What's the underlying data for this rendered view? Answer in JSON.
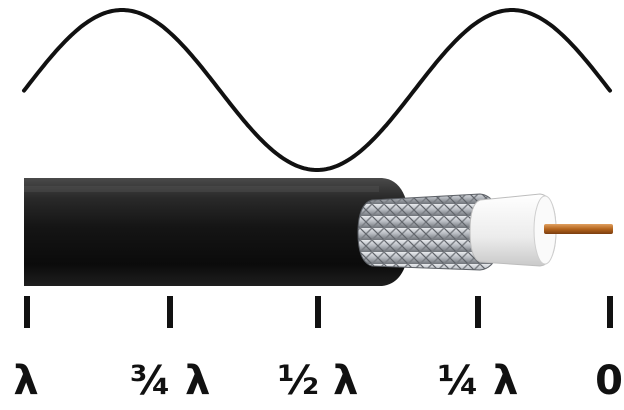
{
  "diagram": {
    "scale_labels": [
      {
        "id": "lambda",
        "text": "λ"
      },
      {
        "id": "three-quarter",
        "text": "¾ λ"
      },
      {
        "id": "half",
        "text": "½ λ"
      },
      {
        "id": "quarter",
        "text": "¼ λ"
      },
      {
        "id": "zero",
        "text": "0"
      }
    ],
    "colors": {
      "wave": "#111111",
      "ticks": "#111111",
      "jacket": "#1a1a1a",
      "braid": "#b8bcc2",
      "dielectric": "#f2f2f2",
      "conductor": "#b5651d"
    }
  }
}
